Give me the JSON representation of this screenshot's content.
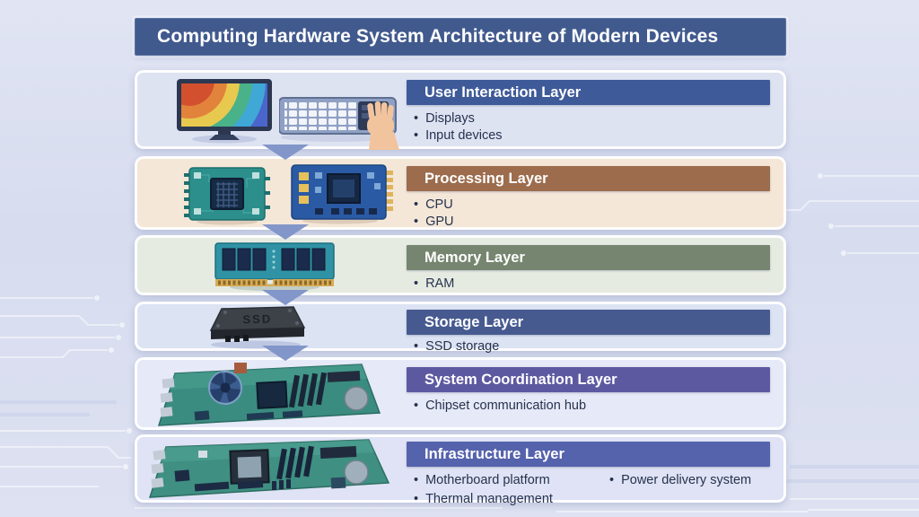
{
  "title": "Computing Hardware System Architecture of Modern Devices",
  "colors": {
    "title_bg": "#415a8e",
    "arrow": "#8296c9",
    "bullet_text": "#26324e"
  },
  "ssd_label": "SSD",
  "layers": [
    {
      "name": "User Interaction Layer",
      "header_color": "#3e5a99",
      "row_bg": "#dee3f2",
      "items": [
        "Displays",
        "Input devices"
      ]
    },
    {
      "name": "Processing Layer",
      "header_color": "#9c6c4c",
      "row_bg": "#f4e7d8",
      "items": [
        "CPU",
        "GPU"
      ]
    },
    {
      "name": "Memory Layer",
      "header_color": "#76856f",
      "row_bg": "#e6ebe2",
      "items": [
        "RAM"
      ]
    },
    {
      "name": "Storage Layer",
      "header_color": "#475a90",
      "row_bg": "#dce3f3",
      "items": [
        "SSD storage"
      ]
    },
    {
      "name": "System Coordination Layer",
      "header_color": "#5d59a1",
      "row_bg": "#e6e9f7",
      "items": [
        "Chipset communication hub"
      ]
    },
    {
      "name": "Infrastructure Layer",
      "header_color": "#5562ac",
      "row_bg": "#dfe3f5",
      "items": [
        "Motherboard platform",
        "Power delivery system",
        "Thermal management"
      ]
    }
  ]
}
